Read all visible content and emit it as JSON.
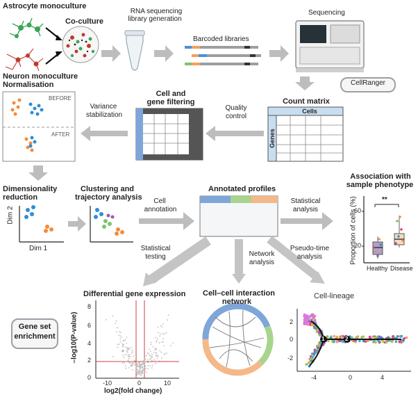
{
  "labels": {
    "astro": "Astrocyte monoculture",
    "coculture": "Co-culture",
    "neuron": "Neuron monoculture",
    "normalisation": "Normalisation",
    "rnaseq": "RNA sequencing",
    "libgen": "library generation",
    "barcoded": "Barcoded libraries",
    "sequencing": "Sequencing",
    "cellranger": "CellRanger",
    "before": "BEFORE",
    "after": "AFTER",
    "variance1": "Variance",
    "variance2": "stabilization",
    "cellgene1": "Cell and",
    "cellgene2": "gene filtering",
    "quality1": "Quality",
    "quality2": "control",
    "countmatrix": "Count matrix",
    "cells": "Cells",
    "genes": "Genes",
    "dimred1": "Dimensionality",
    "dimred2": "reduction",
    "cluster1": "Clustering and",
    "cluster2": "trajectory analysis",
    "cellanno1": "Cell",
    "cellanno2": "annotation",
    "annotated": "Annotated profiles",
    "statanal1": "Statistical",
    "statanal2": "analysis",
    "assoc1": "Association with",
    "assoc2": "sample phenotype",
    "dim2": "Dim 2",
    "dim1": "Dim 1",
    "stattest1": "Statistical",
    "stattest2": "testing",
    "network1": "Network",
    "network2": "analysis",
    "pseudo1": "Pseudo-time",
    "pseudo2": "analysis",
    "proportion": "Proportion of cells (%)",
    "healthy": "Healthy",
    "disease": "Disease",
    "sig": "**",
    "y60": "60",
    "y20": "20",
    "dge": "Differential gene expression",
    "ccin1": "Cell–cell interaction",
    "ccin2": "network",
    "lineage": "Cell-lineage",
    "geneset1": "Gene set",
    "geneset2": "enrichment",
    "volc_ylabel": "–log10(P-value)",
    "volc_xlabel": "log2(fold change)",
    "volc_x": [
      "-10",
      "0",
      "10"
    ],
    "volc_y": [
      "8",
      "6",
      "4",
      "2",
      "0"
    ],
    "lin_x": [
      "-4",
      "0",
      "4"
    ],
    "lin_y": [
      "2",
      "0",
      "-2"
    ],
    "node1": "1",
    "node2": "2"
  }
}
